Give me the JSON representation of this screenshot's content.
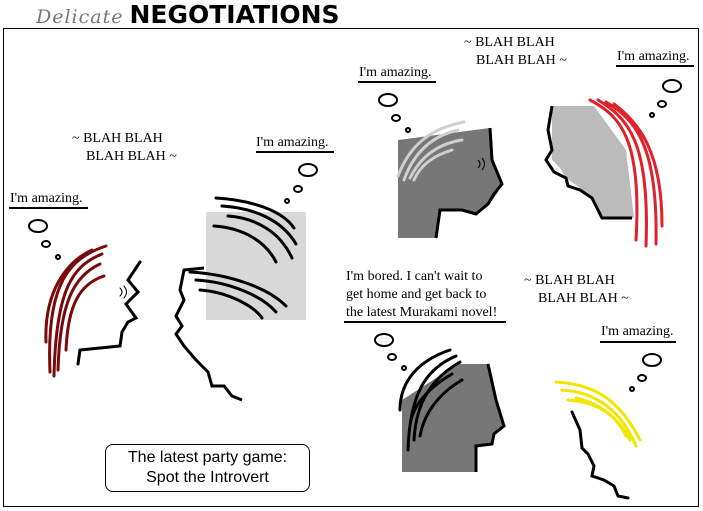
{
  "title": {
    "script_part": "Delicate",
    "bold_part": "NEGOTIATIONS"
  },
  "colors": {
    "dark_red": "#7a0a0a",
    "red": "#e0202a",
    "yellow": "#f2e600",
    "light_gray": "#d8d8d8",
    "mid_gray": "#bbbbbb",
    "dark_gray": "#7a7a7a",
    "silver_hair": "#d0d0d0"
  },
  "panel1": {
    "chatter_line1": "~ BLAH BLAH",
    "chatter_line2": "BLAH BLAH ~",
    "thought_left": "I'm amazing.",
    "thought_right": "I'm amazing."
  },
  "panel2": {
    "chatter_line1": "~ BLAH BLAH",
    "chatter_line2": "BLAH BLAH ~",
    "thought_left": "I'm amazing.",
    "thought_right": "I'm amazing."
  },
  "panel3": {
    "thought_line1": "I'm bored. I can't wait to",
    "thought_line2": "get home and get back to",
    "thought_line3": "the latest Murakami novel!",
    "chatter_line1": "~ BLAH BLAH",
    "chatter_line2": "BLAH BLAH ~",
    "thought_right": "I'm amazing."
  },
  "caption": {
    "line1": "The latest party game:",
    "line2": "Spot the Introvert"
  }
}
